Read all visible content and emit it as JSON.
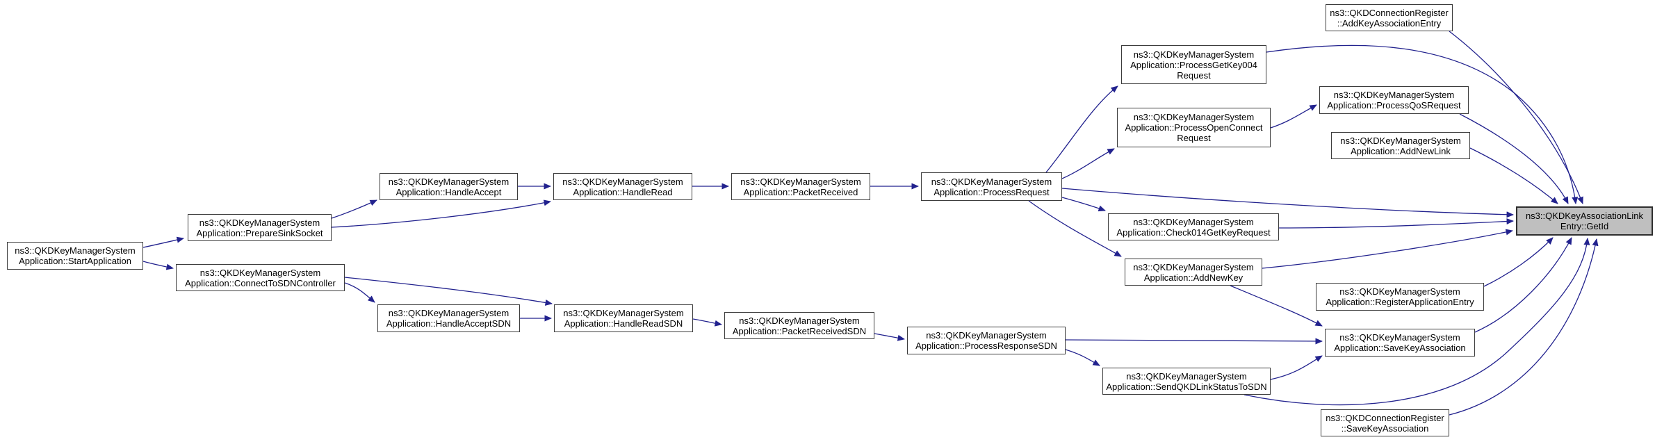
{
  "diagram": {
    "type": "call-graph",
    "direction": "left-to-right",
    "edge_color": "#22228e",
    "node_fill": "#ffffff",
    "node_border_color": "#3c3c3c",
    "highlight_fill": "#bfbfbf",
    "background": "#ffffff",
    "highlighted_node": "get-id"
  },
  "nodes": [
    {
      "id": "start-application",
      "label": "ns3::QKDKeyManagerSystem\nApplication::StartApplication",
      "highlighted": false
    },
    {
      "id": "prepare-sink-socket",
      "label": "ns3::QKDKeyManagerSystem\nApplication::PrepareSinkSocket",
      "highlighted": false
    },
    {
      "id": "connect-to-sdn-controller",
      "label": "ns3::QKDKeyManagerSystem\nApplication::ConnectToSDNController",
      "highlighted": false
    },
    {
      "id": "handle-accept",
      "label": "ns3::QKDKeyManagerSystem\nApplication::HandleAccept",
      "highlighted": false
    },
    {
      "id": "handle-read",
      "label": "ns3::QKDKeyManagerSystem\nApplication::HandleRead",
      "highlighted": false
    },
    {
      "id": "packet-received",
      "label": "ns3::QKDKeyManagerSystem\nApplication::PacketReceived",
      "highlighted": false
    },
    {
      "id": "process-request",
      "label": "ns3::QKDKeyManagerSystem\nApplication::ProcessRequest",
      "highlighted": false
    },
    {
      "id": "handle-accept-sdn",
      "label": "ns3::QKDKeyManagerSystem\nApplication::HandleAcceptSDN",
      "highlighted": false
    },
    {
      "id": "handle-read-sdn",
      "label": "ns3::QKDKeyManagerSystem\nApplication::HandleReadSDN",
      "highlighted": false
    },
    {
      "id": "packet-received-sdn",
      "label": "ns3::QKDKeyManagerSystem\nApplication::PacketReceivedSDN",
      "highlighted": false
    },
    {
      "id": "process-response-sdn",
      "label": "ns3::QKDKeyManagerSystem\nApplication::ProcessResponseSDN",
      "highlighted": false
    },
    {
      "id": "process-get-key-004-request",
      "label": "ns3::QKDKeyManagerSystem\nApplication::ProcessGetKey004\nRequest",
      "highlighted": false
    },
    {
      "id": "process-open-connect-request",
      "label": "ns3::QKDKeyManagerSystem\nApplication::ProcessOpenConnect\nRequest",
      "highlighted": false
    },
    {
      "id": "check014-get-key-request",
      "label": "ns3::QKDKeyManagerSystem\nApplication::Check014GetKeyRequest",
      "highlighted": false
    },
    {
      "id": "add-new-key",
      "label": "ns3::QKDKeyManagerSystem\nApplication::AddNewKey",
      "highlighted": false
    },
    {
      "id": "send-qkd-link-status-to-sdn",
      "label": "ns3::QKDKeyManagerSystem\nApplication::SendQKDLinkStatusToSDN",
      "highlighted": false
    },
    {
      "id": "add-key-association-entry",
      "label": "ns3::QKDConnectionRegister\n::AddKeyAssociationEntry",
      "highlighted": false
    },
    {
      "id": "process-qos-request",
      "label": "ns3::QKDKeyManagerSystem\nApplication::ProcessQoSRequest",
      "highlighted": false
    },
    {
      "id": "add-new-link",
      "label": "ns3::QKDKeyManagerSystem\nApplication::AddNewLink",
      "highlighted": false
    },
    {
      "id": "register-application-entry",
      "label": "ns3::QKDKeyManagerSystem\nApplication::RegisterApplicationEntry",
      "highlighted": false
    },
    {
      "id": "save-key-association",
      "label": "ns3::QKDKeyManagerSystem\nApplication::SaveKeyAssociation",
      "highlighted": false
    },
    {
      "id": "connection-register-save-key-association",
      "label": "ns3::QKDConnectionRegister\n::SaveKeyAssociation",
      "highlighted": false
    },
    {
      "id": "get-id",
      "label": "ns3::QKDKeyAssociationLink\nEntry::GetId",
      "highlighted": true
    }
  ],
  "edges": [
    {
      "from": "start-application",
      "to": "prepare-sink-socket"
    },
    {
      "from": "start-application",
      "to": "connect-to-sdn-controller"
    },
    {
      "from": "prepare-sink-socket",
      "to": "handle-accept"
    },
    {
      "from": "prepare-sink-socket",
      "to": "handle-read"
    },
    {
      "from": "connect-to-sdn-controller",
      "to": "handle-accept-sdn"
    },
    {
      "from": "connect-to-sdn-controller",
      "to": "handle-read-sdn"
    },
    {
      "from": "handle-accept",
      "to": "handle-read"
    },
    {
      "from": "handle-read",
      "to": "packet-received"
    },
    {
      "from": "packet-received",
      "to": "process-request"
    },
    {
      "from": "handle-accept-sdn",
      "to": "handle-read-sdn"
    },
    {
      "from": "handle-read-sdn",
      "to": "packet-received-sdn"
    },
    {
      "from": "packet-received-sdn",
      "to": "process-response-sdn"
    },
    {
      "from": "process-request",
      "to": "process-get-key-004-request"
    },
    {
      "from": "process-request",
      "to": "process-open-connect-request"
    },
    {
      "from": "process-request",
      "to": "get-id"
    },
    {
      "from": "process-request",
      "to": "check014-get-key-request"
    },
    {
      "from": "process-request",
      "to": "add-new-key"
    },
    {
      "from": "process-open-connect-request",
      "to": "process-qos-request"
    },
    {
      "from": "process-get-key-004-request",
      "to": "get-id"
    },
    {
      "from": "add-key-association-entry",
      "to": "get-id"
    },
    {
      "from": "process-qos-request",
      "to": "get-id"
    },
    {
      "from": "add-new-link",
      "to": "get-id"
    },
    {
      "from": "check014-get-key-request",
      "to": "get-id"
    },
    {
      "from": "add-new-key",
      "to": "get-id"
    },
    {
      "from": "add-new-key",
      "to": "save-key-association"
    },
    {
      "from": "process-response-sdn",
      "to": "save-key-association"
    },
    {
      "from": "process-response-sdn",
      "to": "send-qkd-link-status-to-sdn"
    },
    {
      "from": "send-qkd-link-status-to-sdn",
      "to": "save-key-association"
    },
    {
      "from": "send-qkd-link-status-to-sdn",
      "to": "get-id"
    },
    {
      "from": "save-key-association",
      "to": "get-id"
    },
    {
      "from": "register-application-entry",
      "to": "get-id"
    },
    {
      "from": "connection-register-save-key-association",
      "to": "get-id"
    }
  ]
}
